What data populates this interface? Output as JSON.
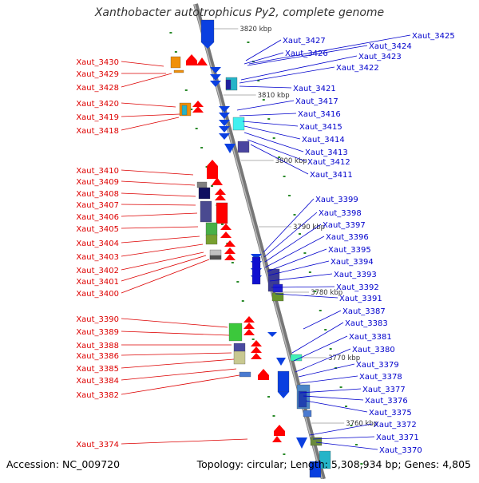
{
  "title": "Xanthobacter autotrophicus Py2, complete genome",
  "footer": {
    "accession": "Accession: NC_009720",
    "topology": "Topology: circular; Length: 5,308,934 bp; Genes: 4,805"
  },
  "colors": {
    "left_label": "#dd0000",
    "right_label": "#0000cc",
    "backbone": "#888888",
    "tick": "#2a8a2a"
  },
  "scale_labels": [
    "3820 kbp",
    "3810 kbp",
    "3800 kbp",
    "3790 kbp",
    "3780 kbp",
    "3770 kbp",
    "3760 kbp"
  ],
  "left_genes": [
    "Xaut_3430",
    "Xaut_3429",
    "Xaut_3428",
    "Xaut_3420",
    "Xaut_3419",
    "Xaut_3418",
    "Xaut_3410",
    "Xaut_3409",
    "Xaut_3408",
    "Xaut_3407",
    "Xaut_3406",
    "Xaut_3405",
    "Xaut_3404",
    "Xaut_3403",
    "Xaut_3402",
    "Xaut_3401",
    "Xaut_3400",
    "Xaut_3390",
    "Xaut_3389",
    "Xaut_3388",
    "Xaut_3386",
    "Xaut_3385",
    "Xaut_3384",
    "Xaut_3382",
    "Xaut_3374"
  ],
  "right_genes": [
    "Xaut_3425",
    "Xaut_3427",
    "Xaut_3424",
    "Xaut_3426",
    "Xaut_3423",
    "Xaut_3422",
    "Xaut_3421",
    "Xaut_3417",
    "Xaut_3416",
    "Xaut_3415",
    "Xaut_3414",
    "Xaut_3413",
    "Xaut_3412",
    "Xaut_3411",
    "Xaut_3399",
    "Xaut_3398",
    "Xaut_3397",
    "Xaut_3396",
    "Xaut_3395",
    "Xaut_3394",
    "Xaut_3393",
    "Xaut_3392",
    "Xaut_3391",
    "Xaut_3387",
    "Xaut_3383",
    "Xaut_3381",
    "Xaut_3380",
    "Xaut_3379",
    "Xaut_3378",
    "Xaut_3377",
    "Xaut_3376",
    "Xaut_3375",
    "Xaut_3372",
    "Xaut_3371",
    "Xaut_3370"
  ]
}
